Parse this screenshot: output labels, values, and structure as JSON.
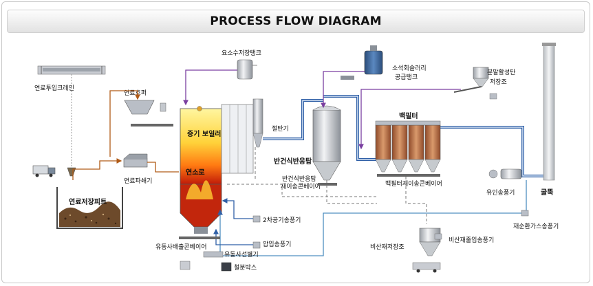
{
  "title": "PROCESS FLOW DIAGRAM",
  "labels": {
    "fuel_crane": "연료투입크레인",
    "fuel_hopper": "연료호퍼",
    "fuel_pit": "연료저장피트",
    "fuel_shredder": "연료파쇄기",
    "urea_tank": "요소수저장탱크",
    "boiler": "증기 보일러",
    "furnace": "연소로",
    "economizer": "절탄기",
    "lime_tank_line1": "소석회슬러리",
    "lime_tank_line2": "공급탱크",
    "carbon_line1": "분말활성탄",
    "carbon_line2": "저장조",
    "bag_filter": "백필터",
    "reactor": "반건식반응탑",
    "reactor_conveyor_line1": "반건식반응탑",
    "reactor_conveyor_line2": "재이송콘베이어",
    "bag_conveyor": "백필터재이송콘베이어",
    "id_fan": "유인송풍기",
    "stack": "굴뚝",
    "recirc_fan": "재순환가스송풍기",
    "secondary_fan": "2차공기송풍기",
    "pressure_fan": "압입송풍기",
    "ash_silo": "비산재저장조",
    "ash_pneumatic": "비산재줄입송풍기",
    "sand_conveyor": "유동사배출콘베이어",
    "sand_sieve": "유동사선별기",
    "iron_box": "철분박스"
  },
  "colors": {
    "flue_gas": "#2f5fa6",
    "fuel_line": "#b05a16",
    "chemical_line": "#7a3fa0",
    "water_line": "#3b66c0",
    "ash_line": "#777777",
    "recirc_line": "#4f8fc0"
  }
}
